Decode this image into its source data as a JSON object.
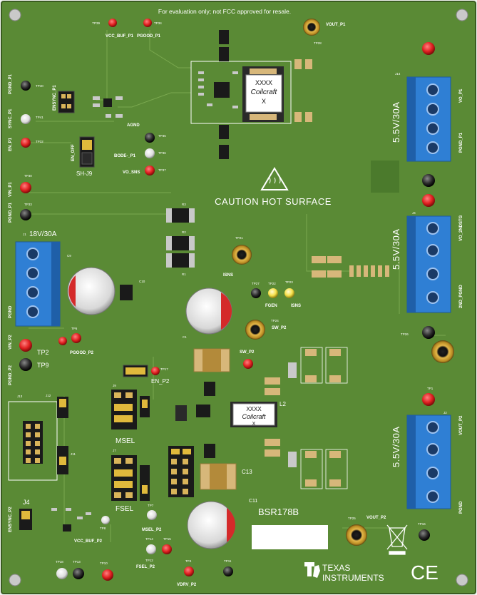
{
  "board": {
    "notice": "For evaluation only; not FCC approved for resale.",
    "caution": "CAUTION HOT SURFACE",
    "part_number": "BSR178B",
    "manufacturer_line1": "TEXAS",
    "manufacturer_line2": "INSTRUMENTS",
    "ce_mark": "CE"
  },
  "colors": {
    "pcb": "#5a8a35",
    "pcb_dark": "#3f6b23",
    "terminal": "#2f7fd4",
    "testpoint_red": "#e02020",
    "testpoint_black": "#2a2a2a",
    "testpoint_yellow": "#f5e04a",
    "copper": "#d7b77a"
  },
  "connectors": {
    "j1_rating": "18V/30A",
    "j14_rating": "5.5V/30A",
    "j4_rating": "5.5V/30A",
    "j2_rating": "5.5V/30A",
    "j1_ref": "J1",
    "j14_ref": "J14",
    "j4_ref": "J4",
    "j2_ref": "J2"
  },
  "net_labels": {
    "vcc_buf_p1": "VCC_BUF_P1",
    "pgood_p1": "PGOOD_P1",
    "vout_p1": "VOUT_P1",
    "pgnd_p1_left": "PGND_P1",
    "ensync_p1": "ENSYNC_P1",
    "sync_p1": "SYNC_P1",
    "en_p1": "EN_P1",
    "en_off": "EN_OFF",
    "sh_j9": "SH-J9",
    "agnd": "AGND",
    "bode_p1": "BODE-_P1",
    "vo_sns": "VO_SNS",
    "vin_p1": "VIN_P1",
    "pgnd_p1_mid": "PGND_P1",
    "vo_p1": "VO_P1",
    "pgnd_p1_right": "PGND_P1",
    "vo_2ndstg": "VO_2NDSTG",
    "secnd_pgnd": "2ND_PGND",
    "isns_left": "ISNS",
    "fgen": "FGEN",
    "isns_right": "ISNS",
    "sw_p2_top": "SW_P2",
    "pgnd_left": "PGND",
    "vin_p2": "VIN_P2",
    "tp2": "TP2",
    "pgood_p2": "PGOOD_P2",
    "tp9": "TP9",
    "pgnd_p2": "PGND_P2",
    "en_p2": "EN_P2",
    "sw_p2": "SW_P2",
    "msel": "MSEL",
    "fsel": "FSEL",
    "msel_p2": "MSEL_P2",
    "fsel_p2": "FSEL_P2",
    "vdrv_p2": "VDRV_P2",
    "vcc_buf_p2": "VCC_BUF_P2",
    "ensync_p2": "ENSYNC_P2",
    "vout_p2_right": "VOUT_P2",
    "pgnd_right": "PGND",
    "vout_p2_bottom": "VOUT_P2",
    "j4_small": "J4",
    "l2": "L2",
    "c11": "C11",
    "c13": "C13",
    "j13": "J13",
    "j12": "J12",
    "j11": "J11",
    "j9": "J9",
    "j7": "J7"
  },
  "coilcraft": {
    "line1": "XXXX",
    "line2": "Coilcraft",
    "line3": "X"
  },
  "testpoints": {
    "tp39": "TP39",
    "tp34": "TP34",
    "tp28": "TP28",
    "tp40": "TP40",
    "tp41": "TP41",
    "tp32": "TP32",
    "tp35": "TP35",
    "tp36": "TP36",
    "tp37": "TP37",
    "tp30": "TP30",
    "tp33": "TP33",
    "tp21": "TP21",
    "tp27": "TP27",
    "tp22": "TP22",
    "tp23": "TP23",
    "tp24": "TP24",
    "tp26": "TP26",
    "tp6": "TP6",
    "tp17": "TP17",
    "tp1": "TP1",
    "tp25": "TP25",
    "tp16": "TP16",
    "tp7": "TP7",
    "tp14": "TP14",
    "tp15": "TP15",
    "tp12": "TP12",
    "tp4": "TP4",
    "tp11": "TP11",
    "tp18": "TP18",
    "tp13": "TP13",
    "tp10": "TP10",
    "tp8": "TP8"
  },
  "caps": {
    "c9": "C9",
    "c10": "C10",
    "c1": "C1",
    "c8": "C8",
    "r2": "R2",
    "r3": "R3",
    "r1": "R1"
  }
}
